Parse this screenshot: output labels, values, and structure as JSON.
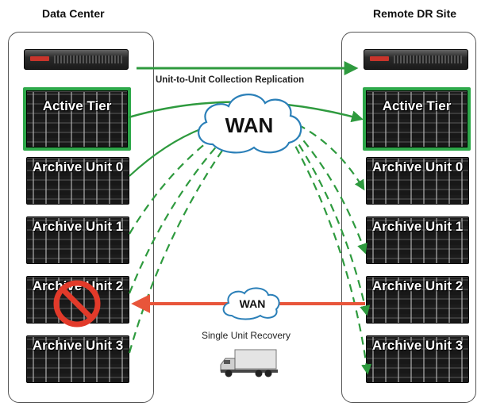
{
  "sites": {
    "left": {
      "title": "Data Center"
    },
    "right": {
      "title": "Remote DR Site"
    }
  },
  "units": {
    "active": "Active Tier",
    "archive0": "Archive Unit 0",
    "archive1": "Archive Unit 1",
    "archive2": "Archive Unit 2",
    "archive3": "Archive Unit 3"
  },
  "links": {
    "replication_caption": "Unit-to-Unit Collection Replication",
    "wan_large": "WAN",
    "wan_small": "WAN",
    "recovery_caption": "Single Unit Recovery"
  },
  "colors": {
    "replication": "#2e9a3e",
    "recovery": "#e8553a",
    "active_border": "#2ea84a",
    "prohibit": "#e23a2a"
  },
  "icons": {
    "server": "server-appliance-icon",
    "truck": "truck-icon",
    "prohibited": "prohibited-icon",
    "cloud": "cloud-icon"
  }
}
